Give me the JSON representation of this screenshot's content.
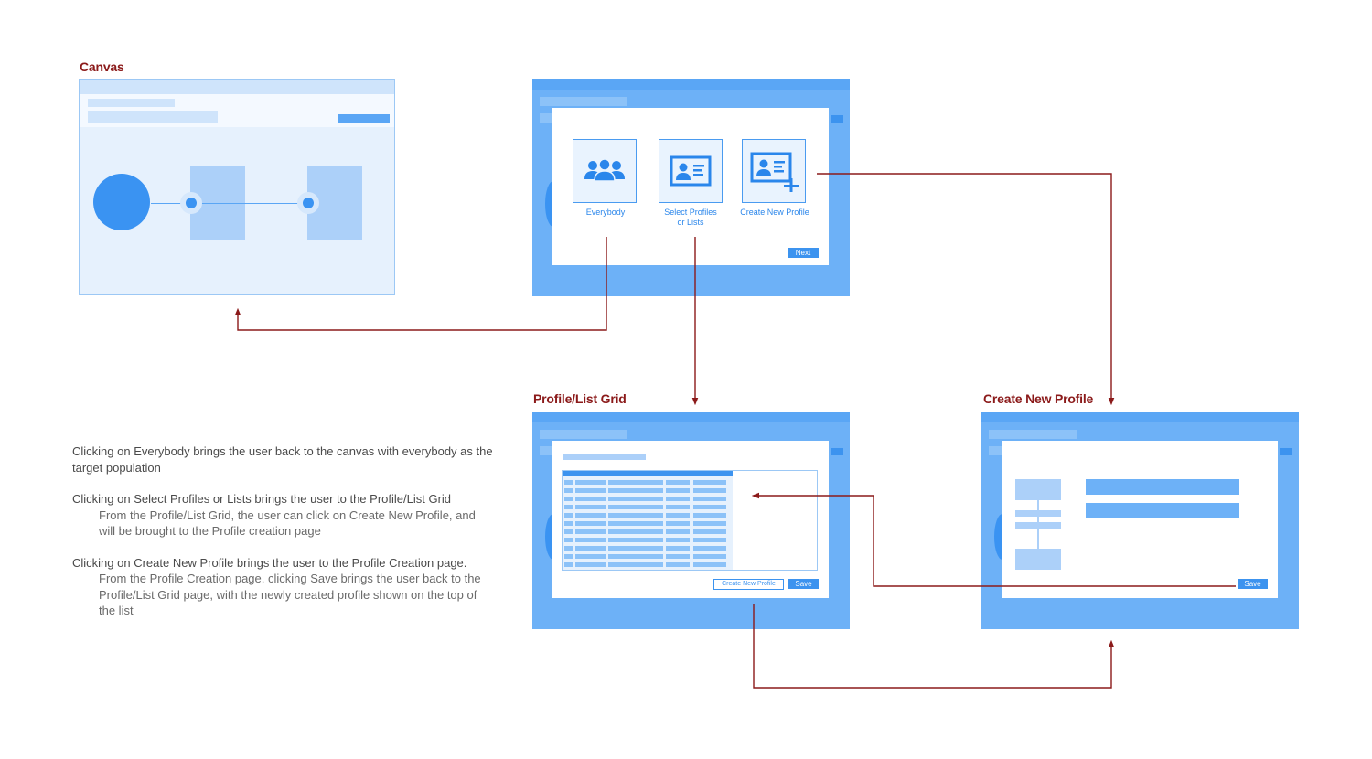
{
  "sections": {
    "canvas_title": "Canvas",
    "grid_title": "Profile/List Grid",
    "create_title": "Create New Profile"
  },
  "selection_dialog": {
    "options": [
      {
        "label": "Everybody",
        "icon": "group-people-icon"
      },
      {
        "label": "Select Profiles\nor Lists",
        "icon": "profile-card-icon"
      },
      {
        "label": "Create New Profile",
        "icon": "profile-card-add-icon"
      }
    ],
    "next_label": "Next"
  },
  "grid_dialog": {
    "create_button_label": "Create New Profile",
    "save_label": "Save"
  },
  "create_dialog": {
    "save_label": "Save"
  },
  "notes": [
    {
      "main": "Clicking on Everybody brings the user back to the canvas with everybody as the target population",
      "sub": ""
    },
    {
      "main": "Clicking on Select Profiles or Lists brings the user to the Profile/List Grid",
      "sub": "From the Profile/List Grid, the user can click on Create New Profile, and will be brought to the Profile creation page"
    },
    {
      "main": "Clicking on Create New Profile brings the user to the Profile Creation page.",
      "sub": "From the Profile Creation page, clicking Save brings the user back to the Profile/List Grid page, with the newly created profile shown on the top of the list"
    }
  ],
  "colors": {
    "accent_red": "#8b1a1a",
    "frame_blue": "#6db1f7",
    "button_blue": "#3c93ef",
    "light_blue": "#e6f1fd"
  }
}
